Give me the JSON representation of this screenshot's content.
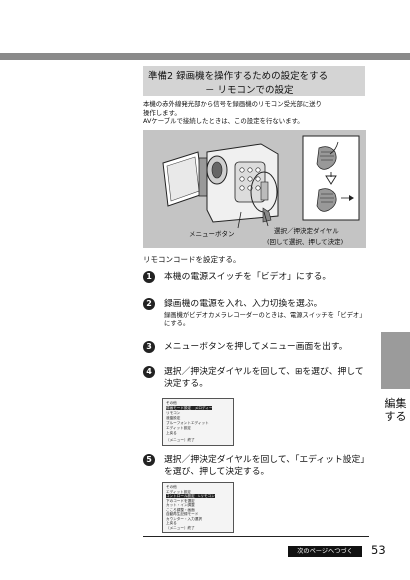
{
  "section": {
    "title_line1": "準備2 録画機を操作するための設定をする",
    "title_line2": "－ リモコンでの設定"
  },
  "intro": {
    "line1": "本機の赤外線発光部から信号を録画機のリモコン受光部に送り",
    "line2": "操作します。",
    "line3": "AVケーブルで接続したときは、この設定を行ないます。"
  },
  "figure": {
    "menu_button_label": "メニューボタン",
    "dial_label_line1": "選択／押決定ダイヤル",
    "dial_label_line2": "(回して選択、押して決定)"
  },
  "note": "リモコンコードを設定する。",
  "steps": [
    {
      "num": "1",
      "text": "本機の電源スイッチを「ビデオ」にする。"
    },
    {
      "num": "2",
      "text": "録画機の電源を入れ、入力切換を選ぶ。",
      "sub": "録画機がビデオカメラレコーダーのときは、電源スイッチを「ビデオ」にする。"
    },
    {
      "num": "3",
      "text": "メニューボタンを押してメニュー画面を出す。"
    },
    {
      "num": "4",
      "text": "選択／押決定ダイヤルを回して、⊞を選び、押して決定する。"
    },
    {
      "num": "5",
      "text": "選択／押決定ダイヤルを回して、「エディット設定」を選び、押して決定する。"
    }
  ],
  "screen4": {
    "lines": [
      "その他",
      "録画モード設定　メロディー",
      "リモコン",
      "液晶設定",
      "ブルーフォントエディット",
      "エディット設定",
      "上戻る",
      "",
      "〔メニュー〕終了"
    ]
  },
  "screen5": {
    "lines": [
      "その他",
      "エディット設定",
      "コントロール設定　Lリモコン",
      "下のコードを選定",
      "カット・イン調整",
      "こころ調整・画面",
      "自動再生記録モード",
      "カウンター・入力選択",
      "上戻る",
      "〔メニュー〕終了"
    ]
  },
  "footer": {
    "next_page": "次のページへつづく",
    "page_number": "53"
  },
  "side_tab": {
    "label": "編集する"
  }
}
